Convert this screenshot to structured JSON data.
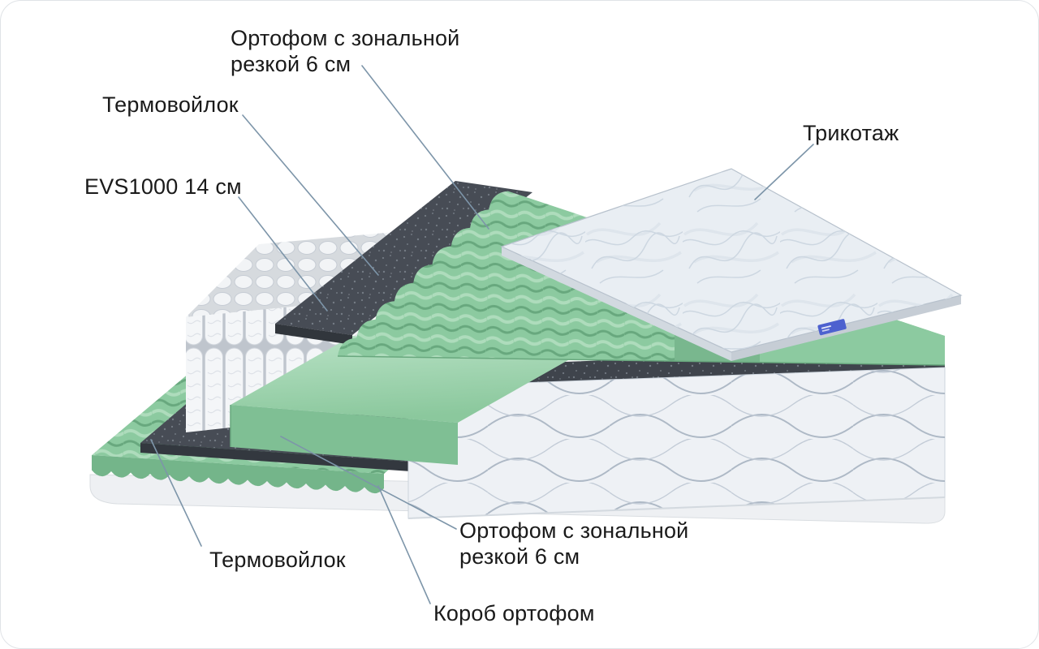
{
  "diagram": {
    "labels": {
      "orthofoam_top_line1": "Ортофом с зональной",
      "orthofoam_top_line2": "резкой 6 см",
      "thermofelt_top": "Термовойлок",
      "evs": "EVS1000 14 см",
      "knit": "Трикотаж",
      "orthofoam_bottom_line1": "Ортофом с зональной",
      "orthofoam_bottom_line2": "резкой 6 см",
      "thermofelt_bottom": "Термовойлок",
      "box_orthofoam": "Короб ортофом"
    },
    "colors": {
      "foam_green": "#8ccaa0",
      "foam_green_light": "#aedcbc",
      "foam_green_dark": "#68a87e",
      "felt_dark": "#3f444c",
      "spring_white": "#f4f6f8",
      "fabric_light": "#eef1f5",
      "fabric_stitch": "#aeb9c6",
      "knit_panel": "#e9eef3",
      "base_white": "#eef0f3",
      "brand_tag_blue": "#4d61cf",
      "leader_line": "#7d95a9",
      "text": "#1a1a1a"
    }
  }
}
